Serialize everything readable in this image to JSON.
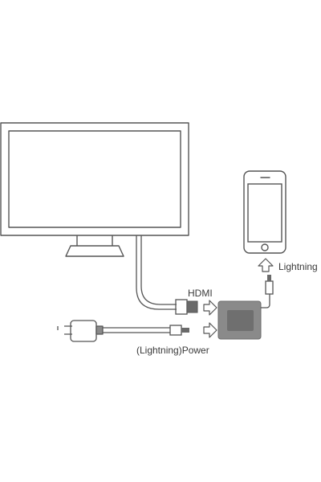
{
  "labels": {
    "hdmi": "HDMI",
    "lightning": "Lightning",
    "power": "(Lightning)Power"
  },
  "icons": {
    "monitor": "monitor-icon",
    "phone": "smartphone-icon",
    "adapter": "av-adapter-icon",
    "charger": "power-adapter-icon",
    "hdmi_plug": "hdmi-plug-icon",
    "lightning_plug": "lightning-plug-icon",
    "arrow_up": "arrow-up-outline-icon",
    "arrow_right": "arrow-right-outline-icon"
  },
  "colors": {
    "line": "#555555",
    "adapter_fill": "#8a8a8a",
    "plug_fill": "#6a6a6a",
    "text": "#3a3a3a"
  }
}
